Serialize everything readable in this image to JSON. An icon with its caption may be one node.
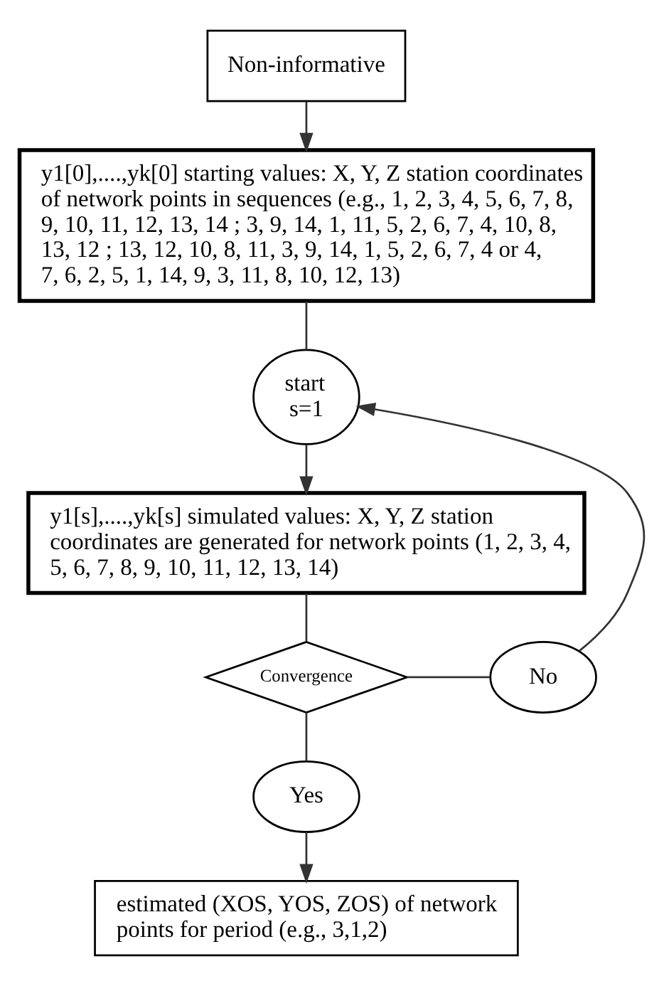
{
  "diagram": {
    "nodes": [
      {
        "text": [
          "Non-informative"
        ]
      },
      {
        "text": [
          "y1[0],....,yk[0] starting values: X, Y, Z station coordinates of network points in sequences (e.g., 1, 2, 3, 4, 5, 6, 7, 8, 9, 10, 11, 12, 13, 14 ; 3, 9, 14, 1, 11, 5, 2, 6, 7, 4, 10, 8, 13, 12 ; 13, 12, 10, 8, 11, 3, 9, 14, 1, 5, 2, 6, 7, 4 or 4, 7, 6, 2, 5, 1, 14, 9, 3, 11, 8, 10, 12, 13)"
        ]
      },
      {
        "text": [
          "start s=1"
        ]
      },
      {
        "text": [
          "y1[s],....,yk[s] simulated values: X, Y, Z station coordinates are generated for network points (1, 2, 3, 4, 5, 6, 7, 8, 9, 10, 11, 12, 13, 14)"
        ]
      },
      {
        "text": [
          "Convergence"
        ]
      },
      {
        "text": [
          "No"
        ]
      },
      {
        "text": [
          "Yes"
        ]
      },
      {
        "text": [
          "estimated (XOS, YOS, ZOS) of network points for period (e.g., 3,1,2)"
        ]
      }
    ],
    "edges": [
      {
        "from": 0,
        "to": 1,
        "arrow": "to"
      },
      {
        "from": 1,
        "to": 2,
        "arrow": "none"
      },
      {
        "from": 2,
        "to": 3,
        "arrow": "to"
      },
      {
        "from": 3,
        "to": 4,
        "arrow": "none"
      },
      {
        "from": 4,
        "to": 5,
        "arrow": "none"
      },
      {
        "from": 5,
        "to": 2,
        "arrow": "to"
      },
      {
        "from": 4,
        "to": 6,
        "arrow": "none"
      },
      {
        "from": 6,
        "to": 7,
        "arrow": "to"
      }
    ]
  }
}
